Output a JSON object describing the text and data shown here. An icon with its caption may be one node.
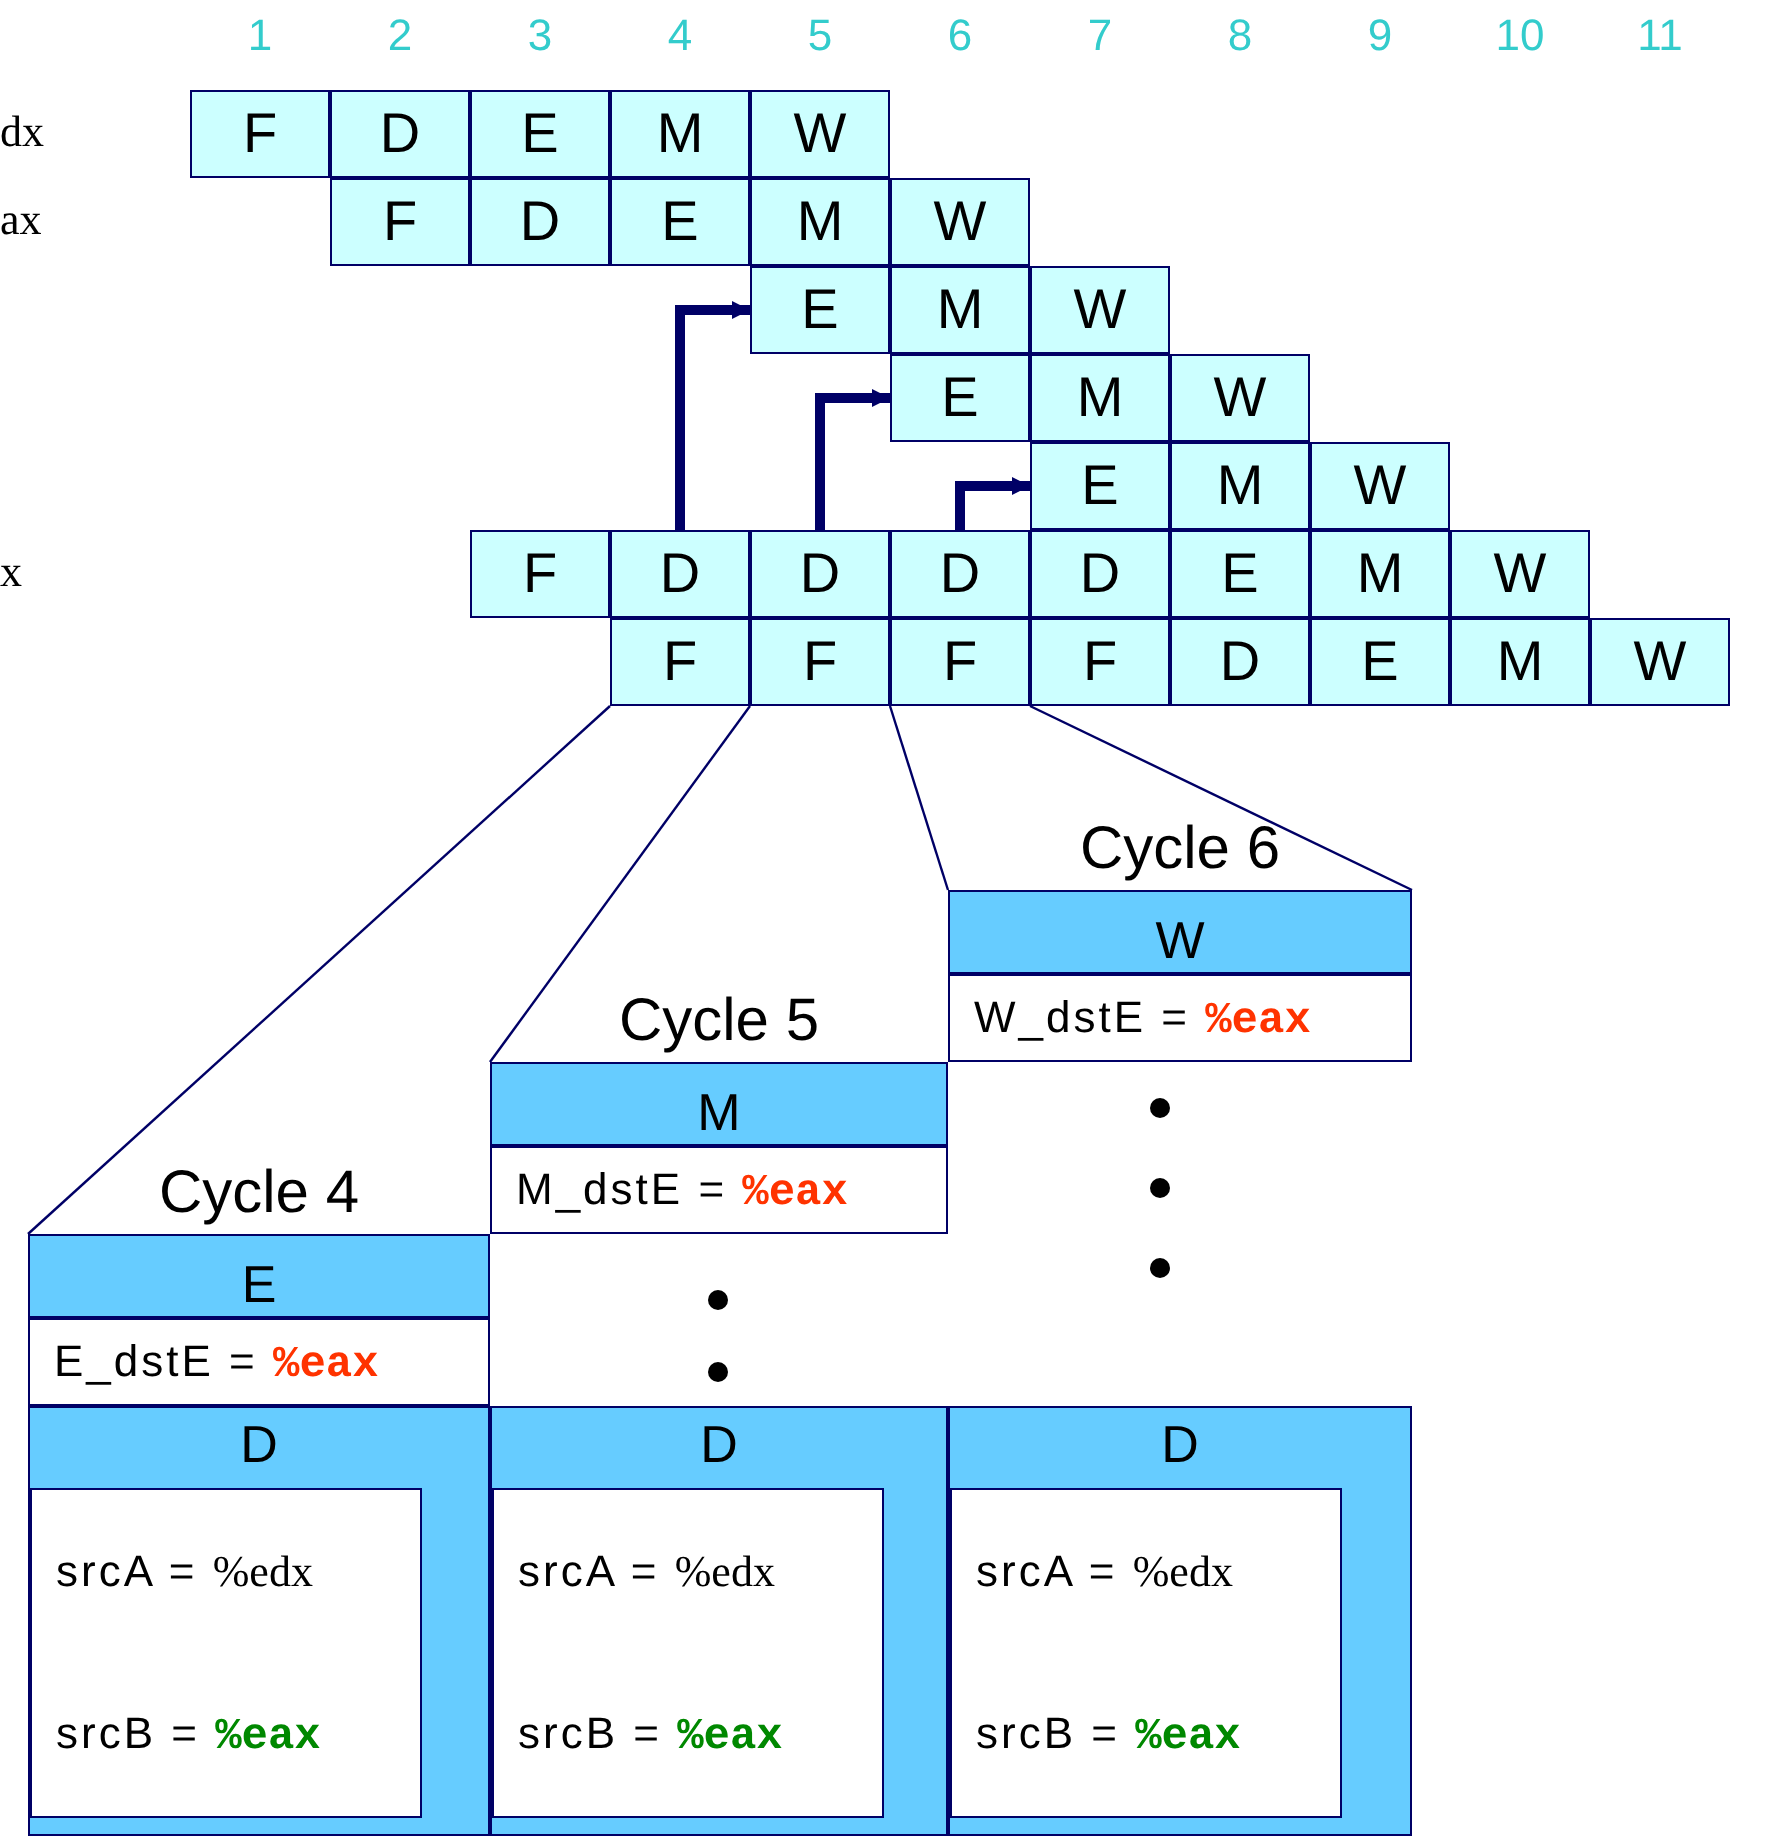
{
  "diagram": {
    "nodes": [
      {
        "text": [
          "F"
        ]
      },
      {
        "text": [
          "D"
        ]
      },
      {
        "text": [
          "E"
        ]
      },
      {
        "text": [
          "M"
        ]
      },
      {
        "text": [
          "W"
        ]
      },
      {
        "text": [
          "F"
        ]
      },
      {
        "text": [
          "D"
        ]
      },
      {
        "text": [
          "E"
        ]
      },
      {
        "text": [
          "M"
        ]
      },
      {
        "text": [
          "W"
        ]
      },
      {
        "text": [
          "E"
        ]
      },
      {
        "text": [
          "M"
        ]
      },
      {
        "text": [
          "W"
        ]
      },
      {
        "text": [
          "E"
        ]
      },
      {
        "text": [
          "M"
        ]
      },
      {
        "text": [
          "W"
        ]
      },
      {
        "text": [
          "E"
        ]
      },
      {
        "text": [
          "M"
        ]
      },
      {
        "text": [
          "W"
        ]
      },
      {
        "text": [
          "F"
        ]
      },
      {
        "text": [
          "D"
        ]
      },
      {
        "text": [
          "D"
        ]
      },
      {
        "text": [
          "D"
        ]
      },
      {
        "text": [
          "D"
        ]
      },
      {
        "text": [
          "E"
        ]
      },
      {
        "text": [
          "M"
        ]
      },
      {
        "text": [
          "W"
        ]
      },
      {
        "text": [
          "F"
        ]
      },
      {
        "text": [
          "F"
        ]
      },
      {
        "text": [
          "F"
        ]
      },
      {
        "text": [
          "F"
        ]
      },
      {
        "text": [
          "D"
        ]
      },
      {
        "text": [
          "E"
        ]
      },
      {
        "text": [
          "M"
        ]
      },
      {
        "text": [
          "W"
        ]
      },
      {
        "text": [
          "Cycle 6",
          "W"
        ]
      },
      {
        "text": [
          "W_dstE = %eax"
        ]
      },
      {
        "text": [
          "Cycle 5",
          "M"
        ]
      },
      {
        "text": [
          "M_dstE = %eax"
        ]
      },
      {
        "text": [
          "Cycle 4",
          "E"
        ]
      },
      {
        "text": [
          "E_dstE = %eax"
        ]
      },
      {
        "text": [
          "D"
        ]
      },
      {
        "text": [
          "srcA = %edx",
          "srcB = %eax"
        ],
        "in": 41
      },
      {
        "text": [
          "D"
        ]
      },
      {
        "text": [
          "srcA = %edx",
          "srcB = %eax"
        ],
        "in": 43
      },
      {
        "text": [
          "D"
        ]
      },
      {
        "text": [
          "srcA = %edx",
          "srcB = %eax"
        ],
        "in": 45
      }
    ],
    "edges": [
      {
        "from": 20,
        "to": 10,
        "arrow": "to",
        "style": "thick"
      },
      {
        "from": 21,
        "to": 13,
        "arrow": "to",
        "style": "thick"
      },
      {
        "from": 22,
        "to": 16,
        "arrow": "to",
        "style": "thick"
      },
      {
        "from": 27,
        "to": 39,
        "arrow": "none"
      },
      {
        "from": 28,
        "to": 37,
        "arrow": "none"
      },
      {
        "from": 29,
        "to": 35,
        "arrow": "none"
      },
      {
        "from": 30,
        "to": 35,
        "arrow": "none"
      }
    ],
    "labels": [
      "1",
      "2",
      "3",
      "4",
      "5",
      "6",
      "7",
      "8",
      "9",
      "10",
      "11",
      "dx",
      "ax",
      "x"
    ]
  }
}
